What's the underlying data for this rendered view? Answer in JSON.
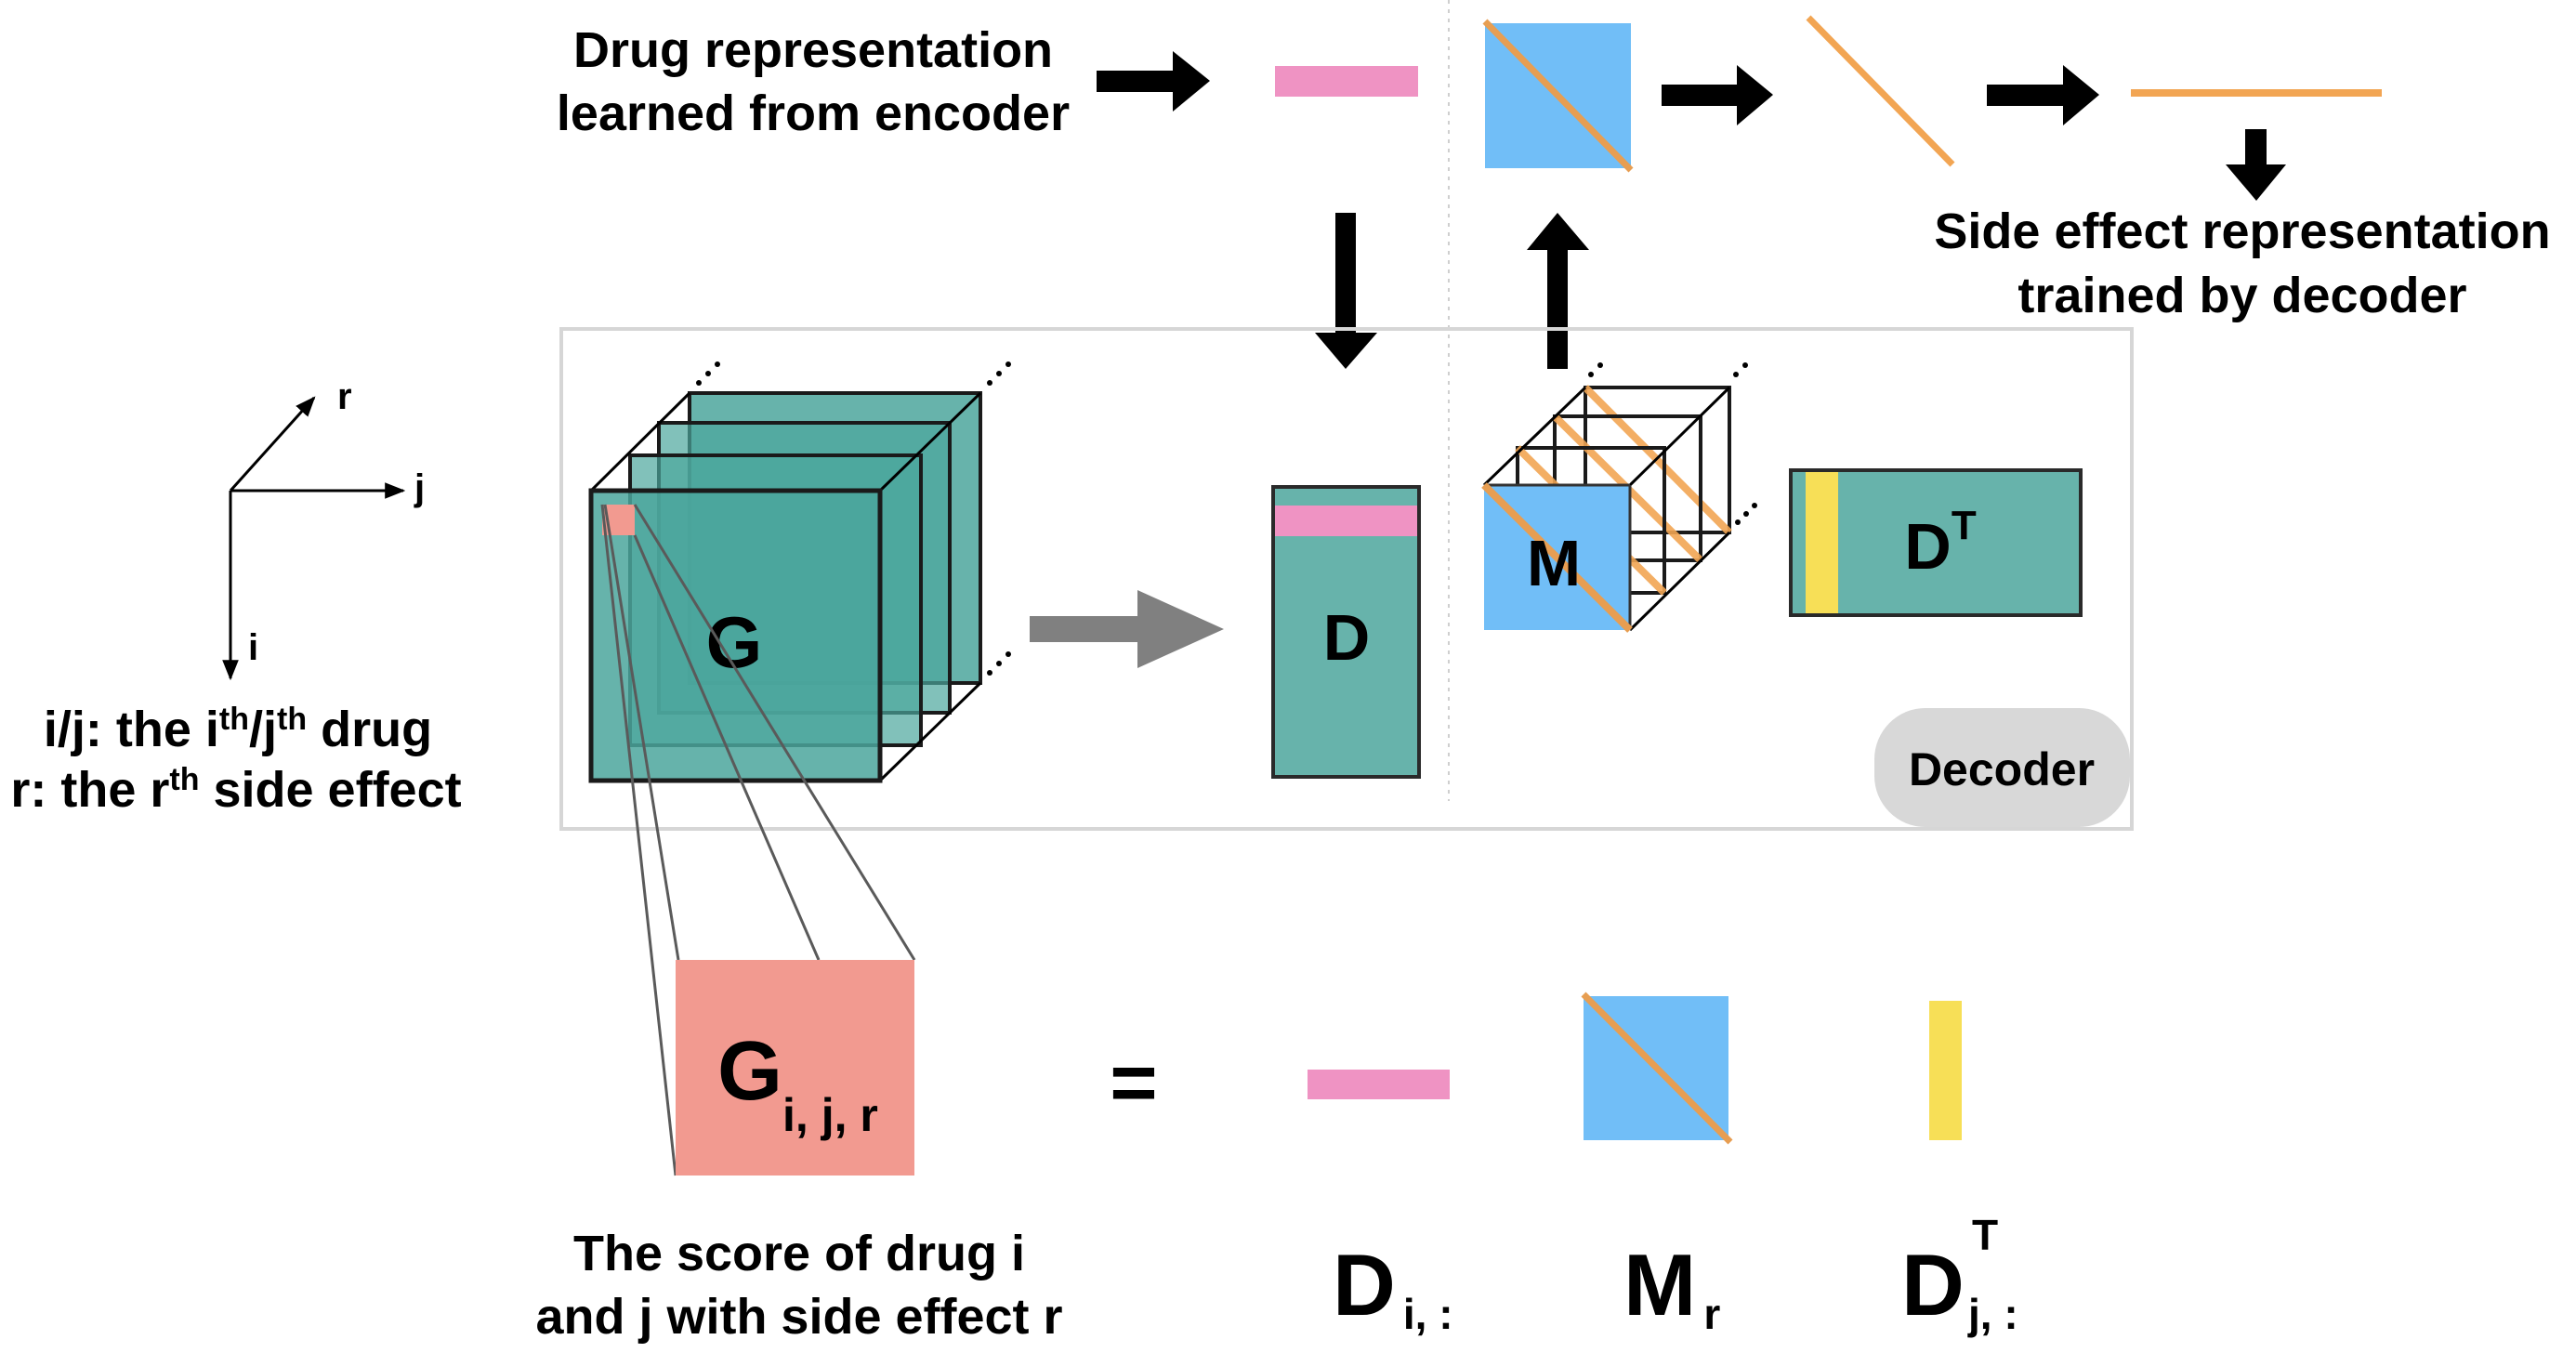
{
  "colors": {
    "drug_pink": "#EF93C3",
    "matrix_blue": "#71BEF7",
    "diagonal_orange": "#F2A553",
    "teal": "#5FAFA6",
    "teal_dark": "#4BA69C",
    "score_salmon": "#F29A90",
    "yellow": "#F7DF57",
    "arrow_black": "#000000",
    "arrow_gray": "#808080",
    "frame_gray": "#D6D6D6",
    "badge_gray": "#D8D8D8"
  },
  "top": {
    "drug_caption": [
      "Drug representation",
      "learned from encoder"
    ],
    "side_effect_caption": [
      "Side effect representation",
      "trained by decoder"
    ]
  },
  "axes": {
    "r_label": "r",
    "j_label": "j",
    "i_label": "i",
    "legend_line1": {
      "pre": "i/j: the i",
      "sup1": "th",
      "mid": "/j",
      "sup2": "th",
      "post": " drug"
    },
    "legend_line2": {
      "pre": "r: the r",
      "sup": "th",
      "post": " side effect"
    }
  },
  "decoder": {
    "tensor_label": "G",
    "drug_matrix_label": "D",
    "relation_label": "M",
    "transpose_label": "D",
    "transpose_sup": "T",
    "badge": "Decoder"
  },
  "equation": {
    "score_main": "G",
    "score_sub": "i, j, r",
    "equals": "=",
    "score_caption": [
      "The score of drug i",
      "and j with side effect r"
    ],
    "term1_main": "D",
    "term1_sub": "i, :",
    "term2_main": "M",
    "term2_sub": "r",
    "term3_main": "D",
    "term3_sup": "T",
    "term3_sub": "j, :"
  }
}
